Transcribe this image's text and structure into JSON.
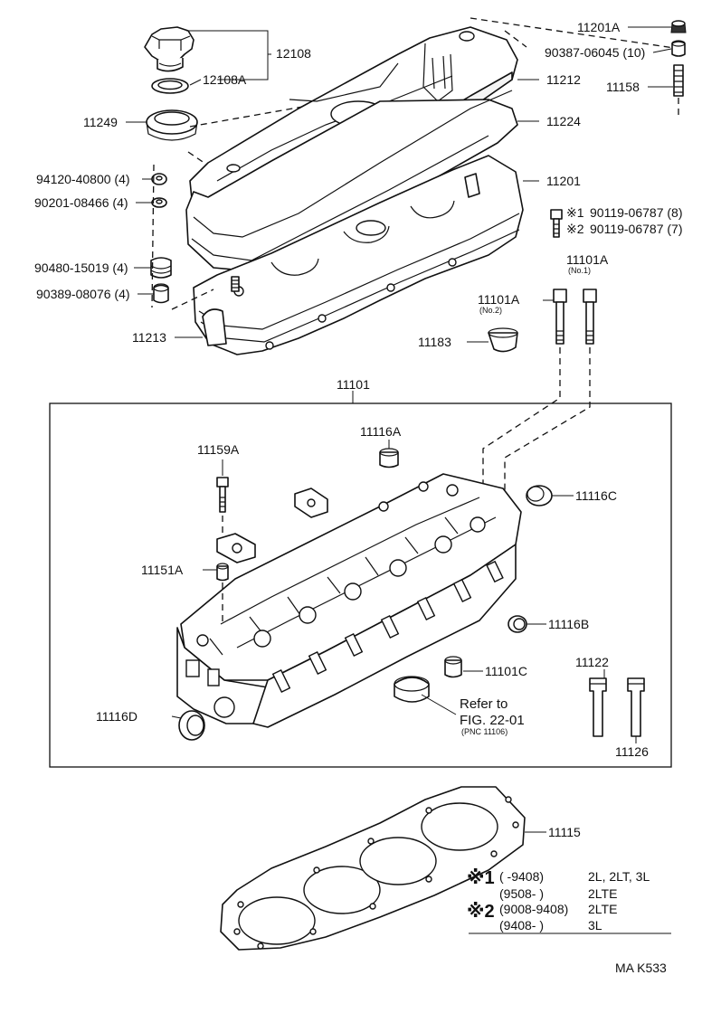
{
  "labels": {
    "p12108": "12108",
    "p12108A": "12108A",
    "p11249": "11249",
    "p94120": "94120-40800 (4)",
    "p90201": "90201-08466 (4)",
    "p90480": "90480-15019 (4)",
    "p90389": "90389-08076 (4)",
    "p11213": "11213",
    "p11201A": "11201A",
    "p90387": "90387-06045 (10)",
    "p11212": "11212",
    "p11158": "11158",
    "p11224": "11224",
    "p11201": "11201",
    "p90119_1": "90119-06787 (8)",
    "p90119_2": "90119-06787 (7)",
    "p11101A_1": "11101A",
    "p11101A_1_note": "(No.1)",
    "p11101A_2": "11101A",
    "p11101A_2_note": "(No.2)",
    "p11183": "11183",
    "p11101": "11101",
    "p11116A": "11116A",
    "p11159A": "11159A",
    "p11116C": "11116C",
    "p11151A": "11151A",
    "p11116B": "11116B",
    "p11122": "11122",
    "p11101C": "11101C",
    "p11116D": "11116D",
    "p11126": "11126",
    "p11115": "11115"
  },
  "marks": {
    "m1": "※1",
    "m2": "※2"
  },
  "refer": {
    "line1": "Refer to",
    "line2": "FIG. 22-01",
    "line3": "(PNC 11106)"
  },
  "legend": {
    "mark1": "※1",
    "mark2": "※2",
    "row1_range": "(          -9408)",
    "row1_models": "2L, 2LT, 3L",
    "row2_range": "(9508-           )",
    "row2_models": "2LTE",
    "row3_range": "(9008-9408)",
    "row3_models": "2LTE",
    "row4_range": "(9408-           )",
    "row4_models": "3L"
  },
  "code": "MA K533"
}
